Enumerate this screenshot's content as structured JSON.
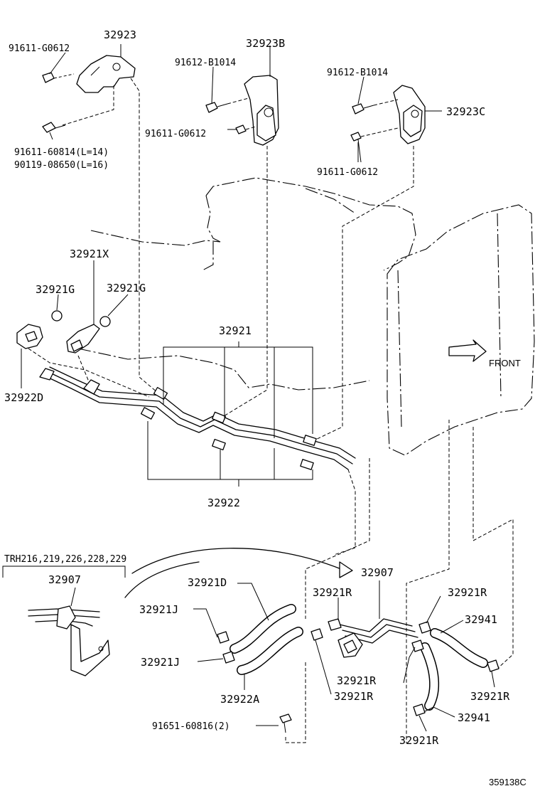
{
  "labels": {
    "p32923": "32923",
    "p91611_G0612_a": "91611-G0612",
    "p91611_60814": "91611-60814(L=14)",
    "p90119_08650": "90119-08650(L=16)",
    "p32923B": "32923B",
    "p91612_B1014_a": "91612-B1014",
    "p91611_G0612_b": "91611-G0612",
    "p91612_B1014_b": "91612-B1014",
    "p32923C": "32923C",
    "p91611_G0612_c": "91611-G0612",
    "p32921X": "32921X",
    "p32921G_a": "32921G",
    "p32921G_b": "32921G",
    "p32922D": "32922D",
    "p32921": "32921",
    "p32922": "32922",
    "front": "FRONT",
    "trh_note": "TRH216,219,226,228,229",
    "p32907_inset": "32907",
    "p32907": "32907",
    "p32921D": "32921D",
    "p32921R_a": "32921R",
    "p32921R_b": "32921R",
    "p32941_a": "32941",
    "p32921J_a": "32921J",
    "p32921J_b": "32921J",
    "p32922A": "32922A",
    "p32921R_c": "32921R",
    "p32921R_d": "32921R",
    "p32921R_e": "32921R",
    "p32941_b": "32941",
    "p91651_60816": "91651-60816(2)",
    "p32921R_f": "32921R",
    "diagram_code": "359138C"
  }
}
